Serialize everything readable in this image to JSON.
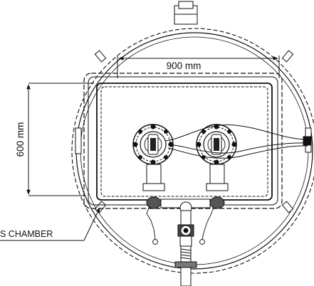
{
  "drawing": {
    "width_dimension": "900 mm",
    "height_dimension": "600 mm",
    "callout_label": "S CHAMBER"
  }
}
